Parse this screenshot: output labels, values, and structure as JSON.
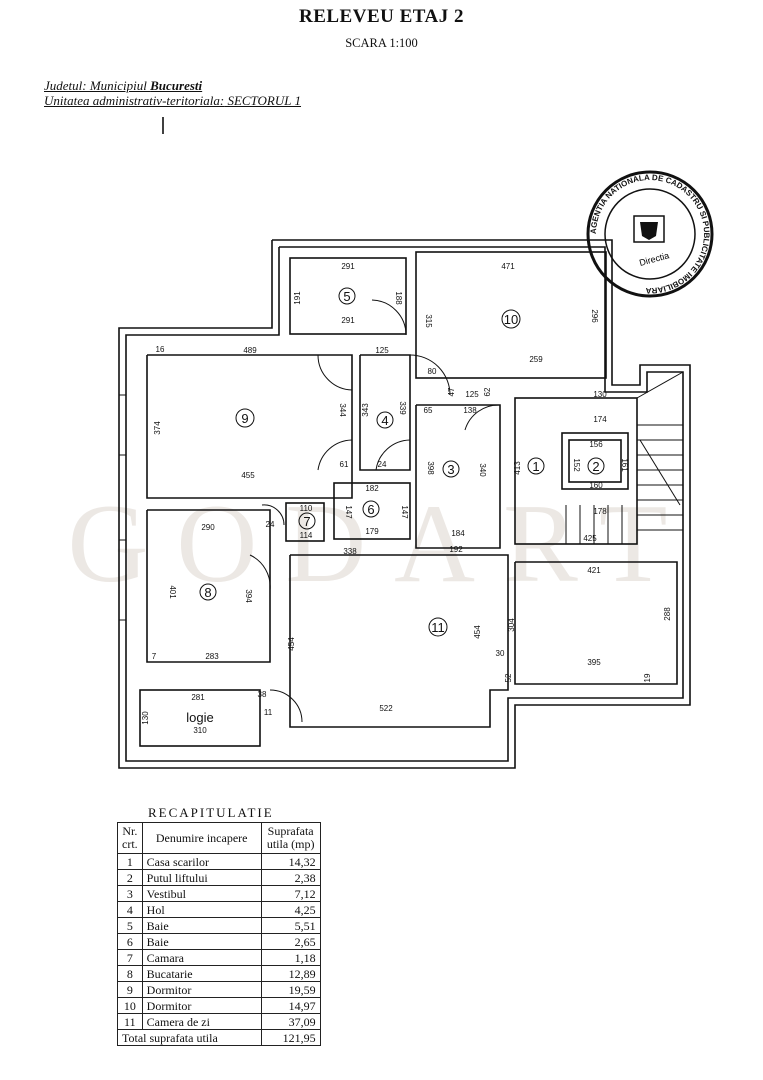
{
  "header": {
    "title": "RELEVEU ETAJ 2",
    "scale": "SCARA 1:100",
    "judet_label": "Judetul: Municipiul ",
    "judet_value": "Bucuresti",
    "uat_label": "Unitatea administrativ-teritoriala:",
    "uat_value": " SECTORUL 1"
  },
  "watermark": "GODART",
  "stamp": {
    "text": "AGENTIA NATIONALA DE CADASTRU SI PUBLICITATE IMOBILIARA",
    "inner": "Directia"
  },
  "rooms": [
    "1",
    "2",
    "3",
    "4",
    "5",
    "6",
    "7",
    "8",
    "9",
    "10",
    "11"
  ],
  "logie_label": "logie",
  "dims": [
    "291",
    "191",
    "188",
    "291",
    "471",
    "315",
    "296",
    "489",
    "125",
    "374",
    "344",
    "343",
    "339",
    "80",
    "47",
    "62",
    "125",
    "65",
    "138",
    "130",
    "174",
    "259",
    "455",
    "61",
    "24",
    "398",
    "340",
    "413",
    "156",
    "152",
    "161",
    "160",
    "182",
    "147",
    "147",
    "179",
    "110",
    "24",
    "114",
    "290",
    "401",
    "394",
    "283",
    "7",
    "338",
    "192",
    "184",
    "178",
    "425",
    "421",
    "304",
    "454",
    "454",
    "288",
    "30",
    "395",
    "52",
    "19",
    "281",
    "38",
    "310",
    "522",
    "11",
    "130",
    "16"
  ],
  "recap": {
    "title": "RECAPITULATIE",
    "headers": {
      "nr": "Nr. crt.",
      "name": "Denumire incapere",
      "area": "Suprafata utila (mp)"
    },
    "rows": [
      {
        "nr": "1",
        "name": "Casa scarilor",
        "area": "14,32"
      },
      {
        "nr": "2",
        "name": "Putul liftului",
        "area": "2,38"
      },
      {
        "nr": "3",
        "name": "Vestibul",
        "area": "7,12"
      },
      {
        "nr": "4",
        "name": "Hol",
        "area": "4,25"
      },
      {
        "nr": "5",
        "name": "Baie",
        "area": "5,51"
      },
      {
        "nr": "6",
        "name": "Baie",
        "area": "2,65"
      },
      {
        "nr": "7",
        "name": "Camara",
        "area": "1,18"
      },
      {
        "nr": "8",
        "name": "Bucatarie",
        "area": "12,89"
      },
      {
        "nr": "9",
        "name": "Dormitor",
        "area": "19,59"
      },
      {
        "nr": "10",
        "name": "Dormitor",
        "area": "14,97"
      },
      {
        "nr": "11",
        "name": "Camera de zi",
        "area": "37,09"
      }
    ],
    "total_label": "Total suprafata utila",
    "total_value": "121,95"
  }
}
